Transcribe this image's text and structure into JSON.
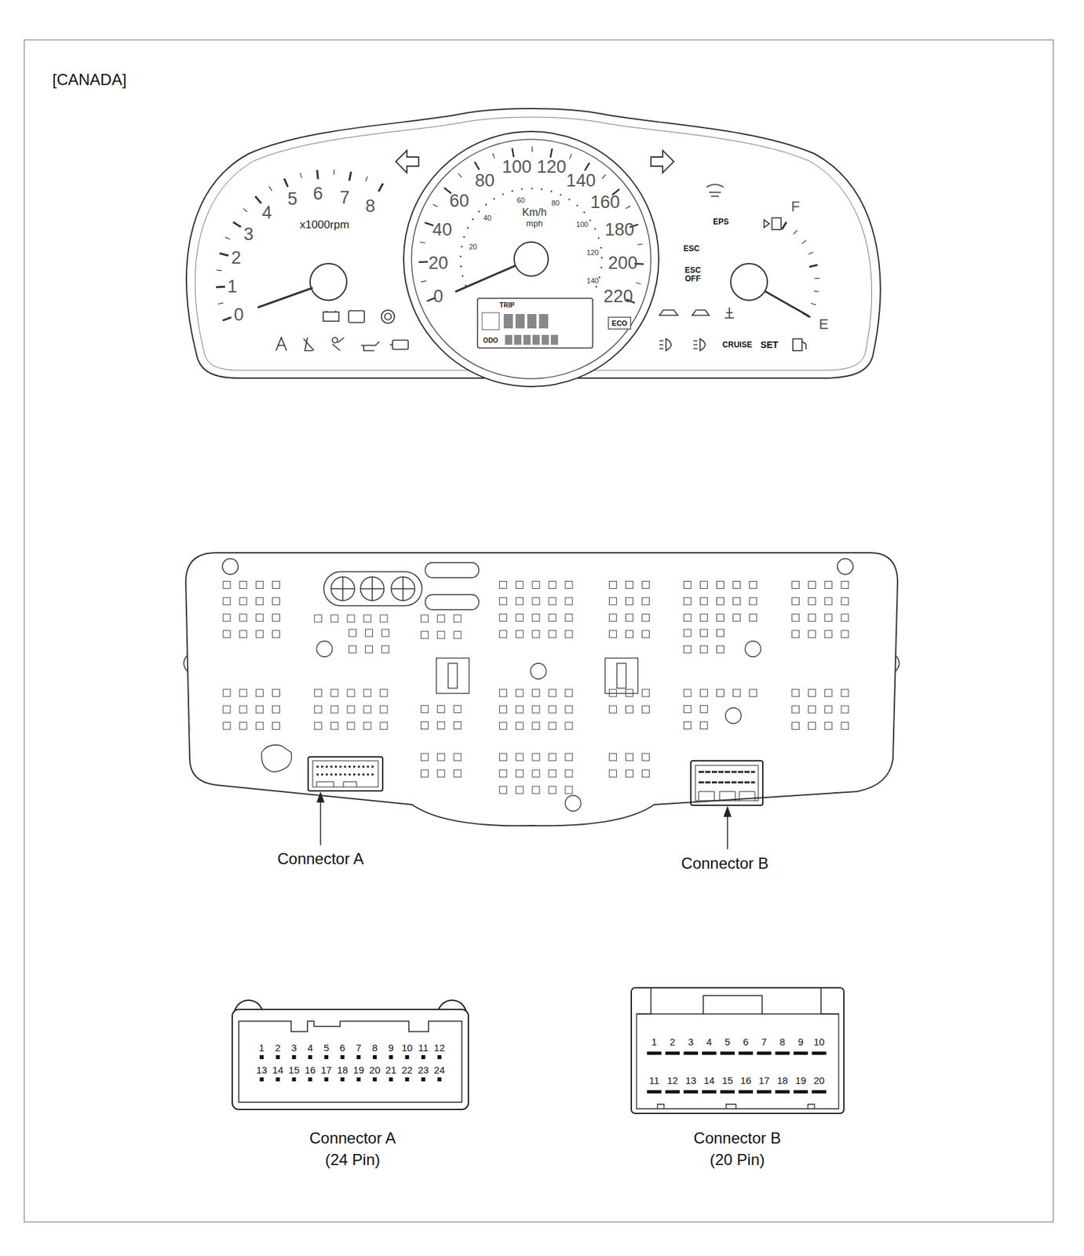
{
  "diagram": {
    "title": "[CANADA]",
    "nodes": [
      {
        "text": [
          "1",
          "2",
          "3",
          "4",
          "5",
          "6",
          "7",
          "8",
          "9",
          "10",
          "11",
          "12",
          "13",
          "14",
          "15",
          "16",
          "17",
          "18",
          "19",
          "20",
          "21",
          "22",
          "23",
          "24",
          "Connector A (24 Pin)"
        ]
      },
      {
        "text": [
          "1",
          "2",
          "3",
          "4",
          "5",
          "6",
          "7",
          "8",
          "9",
          "10",
          "11",
          "12",
          "13",
          "14",
          "15",
          "16",
          "17",
          "18",
          "19",
          "20",
          "Connector B (20 Pin)"
        ]
      }
    ],
    "labels": [
      "0",
      "1",
      "2",
      "3",
      "4",
      "5",
      "6",
      "7",
      "8",
      "x1000rpm",
      "0",
      "20",
      "40",
      "60",
      "80",
      "100",
      "120",
      "140",
      "160",
      "180",
      "200",
      "220",
      "20",
      "40",
      "60",
      "80",
      "100",
      "120",
      "140",
      "Km/h",
      "mph",
      "EPS",
      "ESC",
      "ESC OFF",
      "CRUISE",
      "SET",
      "ECO",
      "F",
      "E",
      "TRIP",
      "ODO",
      "Connector A",
      "Connector B"
    ]
  }
}
